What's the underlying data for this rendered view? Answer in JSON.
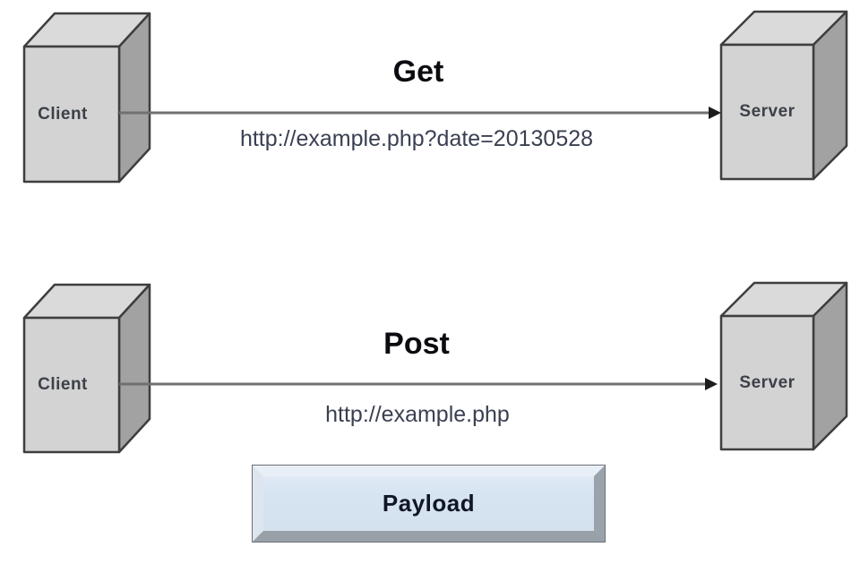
{
  "colors": {
    "background": "#ffffff",
    "node_front": "#d3d3d3",
    "node_top": "#dadada",
    "node_side": "#a2a2a2",
    "node_outline": "#3e3e3e",
    "arrow_line": "#707070",
    "arrow_head": "#1c1c1c",
    "payload_fill": "#d6e3f1",
    "payload_bevel_light": "#e9eff6",
    "payload_bevel_dark": "#99a1a9",
    "title_text": "#0b0b10",
    "url_text": "#3a4052",
    "node_label_text": "#3c4048"
  },
  "diagram": {
    "get_flow": {
      "title": "Get",
      "url": "http://example.php?date=20130528",
      "client_label": "Client",
      "server_label": "Server"
    },
    "post_flow": {
      "title": "Post",
      "url": "http://example.php",
      "client_label": "Client",
      "server_label": "Server",
      "payload_label": "Payload"
    }
  }
}
